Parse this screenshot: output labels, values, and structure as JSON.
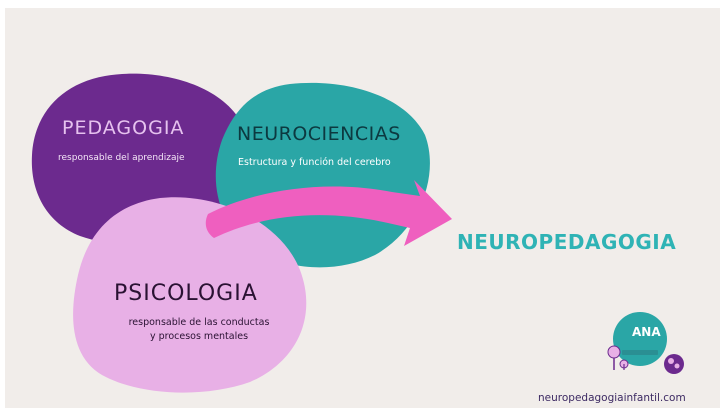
{
  "pedagogia": {
    "title": "PEDAGOGIA",
    "subtitle": "responsable del aprendizaje"
  },
  "neurociencias": {
    "title": "NEUROCIENCIAS",
    "subtitle": "Estructura y función del cerebro"
  },
  "psicologia": {
    "title": "PSICOLOGIA",
    "subtitle_line1": "responsable de las conductas",
    "subtitle_line2": "y procesos mentales"
  },
  "result": {
    "title": "NEUROPEDAGOGIA"
  },
  "logo": {
    "text": "ANA"
  },
  "footer": {
    "website": "neuropedagogiainfantil.com"
  },
  "colors": {
    "background": "#f1edea",
    "pedagogia": "#6c2a8e",
    "neurociencias": "#2aa6a6",
    "psicologia": "#e8b0e6",
    "arrow": "#ef5fbf",
    "result_text": "#2fb3b5"
  }
}
